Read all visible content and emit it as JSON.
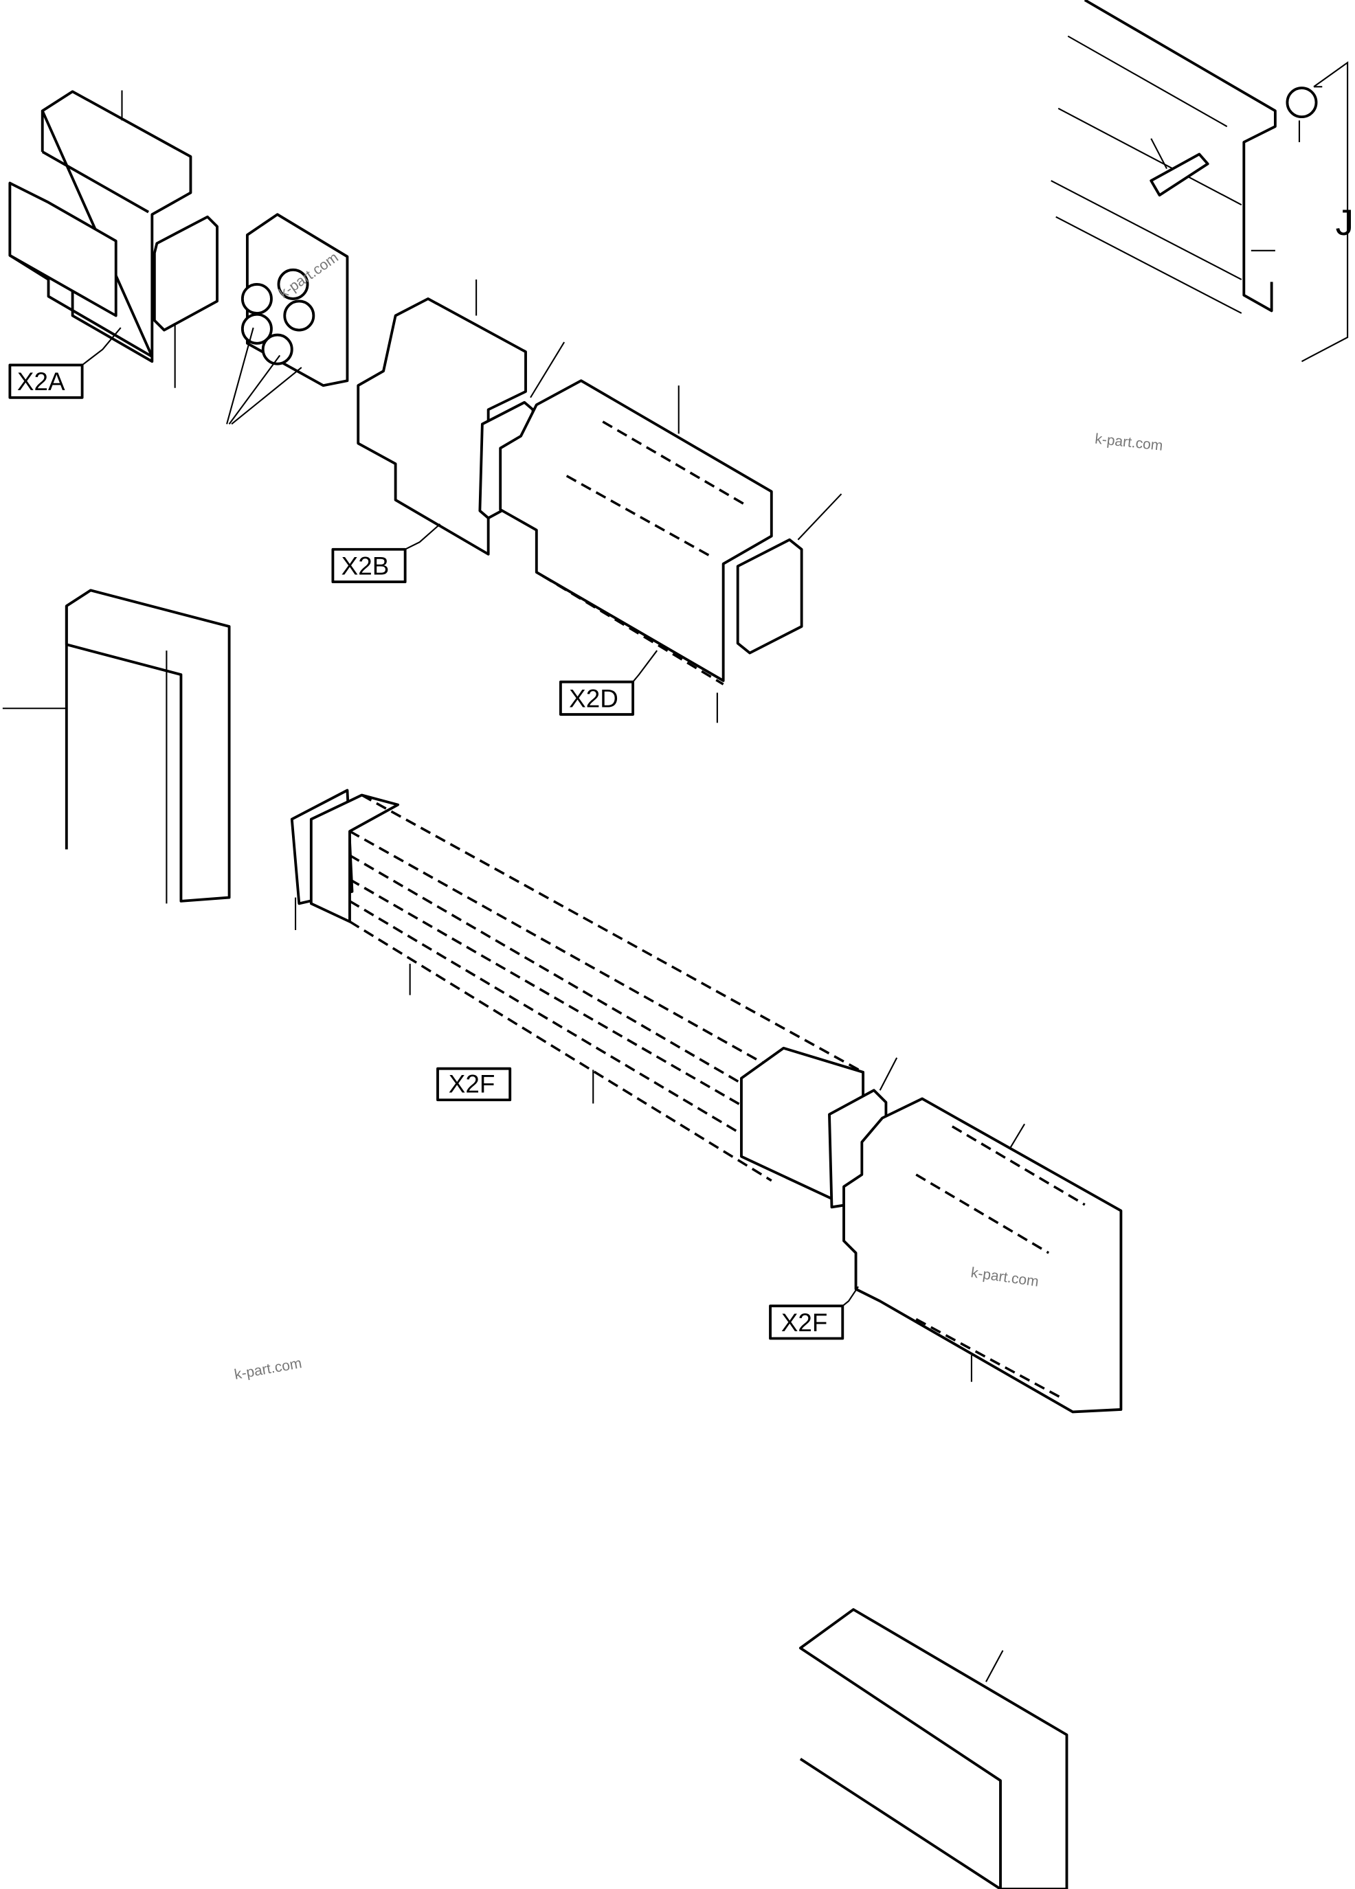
{
  "labels": {
    "x2a": "X2A",
    "x2b": "X2B",
    "x2d": "X2D",
    "x2f_upper": "X2F",
    "x2f_lower": "X2F",
    "view_j": "J"
  },
  "watermarks": [
    "k-part.com",
    "k-part.com",
    "k-part.com",
    "k-part.com"
  ]
}
